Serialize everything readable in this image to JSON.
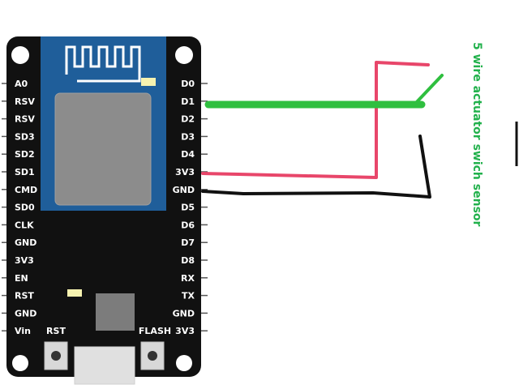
{
  "board": {
    "pins_left": [
      "A0",
      "RSV",
      "RSV",
      "SD3",
      "SD2",
      "SD1",
      "CMD",
      "SD0",
      "CLK",
      "GND",
      "3V3",
      "EN",
      "RST",
      "GND",
      "Vin"
    ],
    "pins_right": [
      "D0",
      "D1",
      "D2",
      "D3",
      "D4",
      "3V3",
      "GND",
      "D5",
      "D6",
      "D7",
      "D8",
      "RX",
      "TX",
      "GND",
      "3V3"
    ],
    "button_left_label": "RST",
    "button_right_label": "FLASH"
  },
  "wires": {
    "signal_pin": "D1",
    "power_pin": "3V3",
    "ground_pin": "GND",
    "colors": {
      "signal": "#2fbf3f",
      "power": "#e8466a",
      "ground": "#111111"
    }
  },
  "sensor": {
    "label": "5 wire actuator swich sensor"
  },
  "colors": {
    "board": "#111111",
    "module": "#1f5e9a",
    "shield": "#8c8c8c",
    "label_green": "#22b14c"
  }
}
